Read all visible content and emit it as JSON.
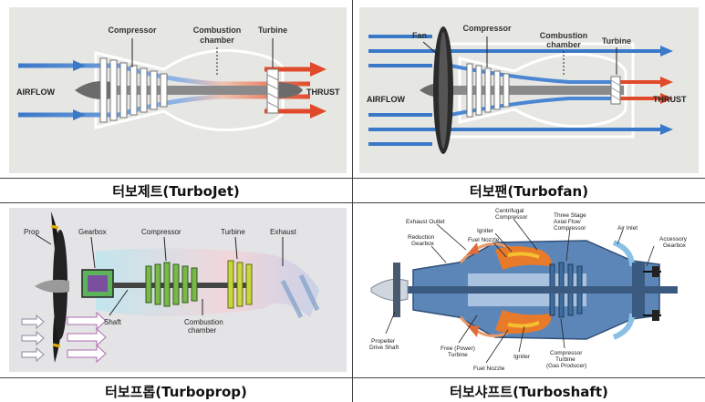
{
  "captions": {
    "turbojet": "터보제트(TurboJet)",
    "turbofan": "터보팬(Turbofan)",
    "turboprop": "터보프롭(Turboprop)",
    "turboshaft": "터보샤프트(Turboshaft)"
  },
  "turbojet": {
    "compressor": "Compressor",
    "combustion_1": "Combustion",
    "combustion_2": "chamber",
    "turbine": "Turbine",
    "airflow": "AIRFLOW",
    "thrust": "THRUST"
  },
  "turbofan": {
    "fan": "Fan",
    "compressor": "Compressor",
    "combustion_1": "Combustion",
    "combustion_2": "chamber",
    "turbine": "Turbine",
    "airflow": "AIRFLOW",
    "thrust": "THRUST"
  },
  "turboprop": {
    "prop": "Prop",
    "gearbox": "Gearbox",
    "compressor": "Compressor",
    "turbine": "Turbine",
    "exhaust": "Exhaust",
    "shaft": "Shaft",
    "combustion_1": "Combustion",
    "combustion_2": "chamber"
  },
  "turboshaft": {
    "exhaust_outlet": "Exhaust Outlet",
    "centrifugal_1": "Centrifugal",
    "centrifugal_2": "Compressor",
    "igniter_top": "Igniter",
    "three_stage_1": "Three Stage",
    "three_stage_2": "Axial Flow",
    "three_stage_3": "Compressor",
    "air_inlet": "Air Inlet",
    "reduction_1": "Reduction",
    "reduction_2": "Gearbox",
    "fuel_nozzle_top": "Fuel Nozzle",
    "accessory_1": "Accessory",
    "accessory_2": "Gearbox",
    "propeller_1": "Propeller",
    "propeller_2": "Drive Shaft",
    "free_power_1": "Free (Power)",
    "free_power_2": "Turbine",
    "igniter_bottom": "Igniter",
    "fuel_nozzle_bottom": "Fuel Nozzle",
    "comp_turbine_1": "Compressor",
    "comp_turbine_2": "Turbine",
    "comp_turbine_3": "(Gas Producer)"
  }
}
